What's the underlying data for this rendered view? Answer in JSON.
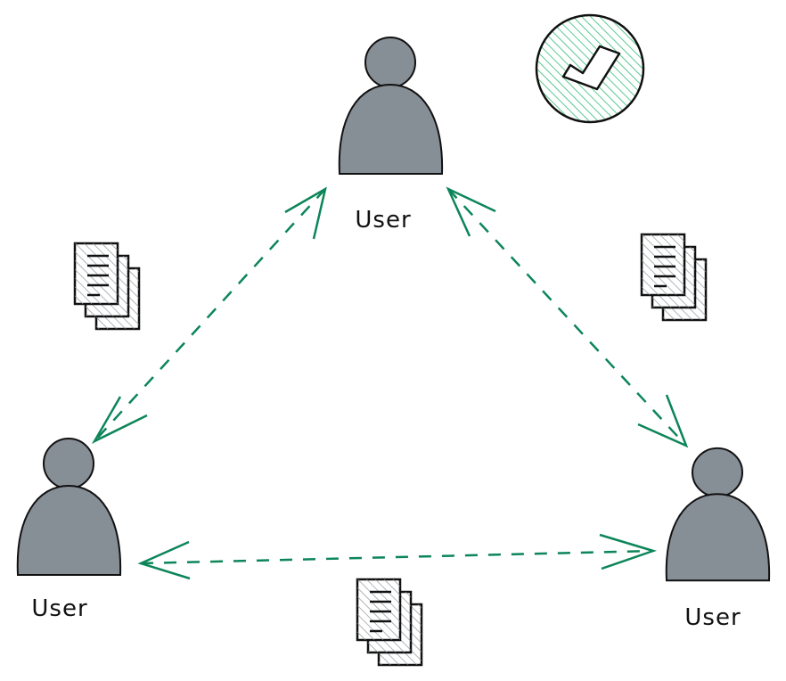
{
  "nodes": [
    {
      "id": "top",
      "label": "User",
      "icon": "user-icon"
    },
    {
      "id": "left",
      "label": "User",
      "icon": "user-icon"
    },
    {
      "id": "right",
      "label": "User",
      "icon": "user-icon"
    }
  ],
  "edges": [
    {
      "from": "top",
      "to": "left",
      "style": "dashed",
      "direction": "both"
    },
    {
      "from": "top",
      "to": "right",
      "style": "dashed",
      "direction": "both"
    },
    {
      "from": "left",
      "to": "right",
      "style": "dashed",
      "direction": "both"
    }
  ],
  "decorations": [
    "check-circle-icon",
    "document-stack-icon",
    "document-stack-icon",
    "document-stack-icon"
  ],
  "colors": {
    "user_fill": "#868e96",
    "arrow": "#0c8559",
    "check_fill": "#2fbf71",
    "stroke": "#111111"
  }
}
